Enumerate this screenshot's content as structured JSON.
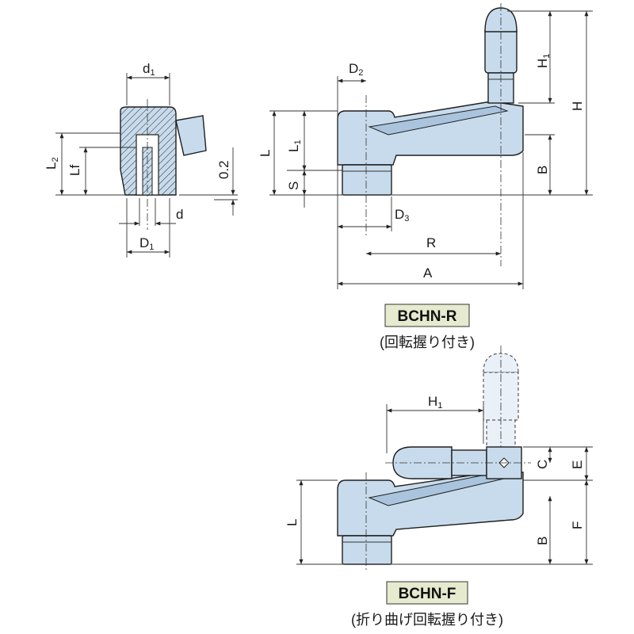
{
  "section": {
    "labels": {
      "d1": "d",
      "d1_sub": "1",
      "L2": "L",
      "L2_sub": "2",
      "Lf": "Lf",
      "gap": "0.2",
      "d": "d",
      "D1": "D",
      "D1_sub": "1"
    }
  },
  "bchn_r": {
    "labels": {
      "D2": "D",
      "D2_sub": "2",
      "L": "L",
      "L1": "L",
      "L1_sub": "1",
      "S": "S",
      "D3": "D",
      "D3_sub": "3",
      "R": "R",
      "A": "A",
      "H1": "H",
      "H1_sub": "1",
      "H": "H",
      "B": "B"
    },
    "model": "BCHN-R",
    "caption": "(回転握り付き)"
  },
  "bchn_f": {
    "labels": {
      "H1": "H",
      "H1_sub": "1",
      "C": "C",
      "E": "E",
      "L": "L",
      "B": "B",
      "F": "F"
    },
    "model": "BCHN-F",
    "caption": "(折り曲げ回転握り付き)"
  },
  "colors": {
    "part_fill": "#c7dbec",
    "caption_box": "#e6ebcf"
  }
}
